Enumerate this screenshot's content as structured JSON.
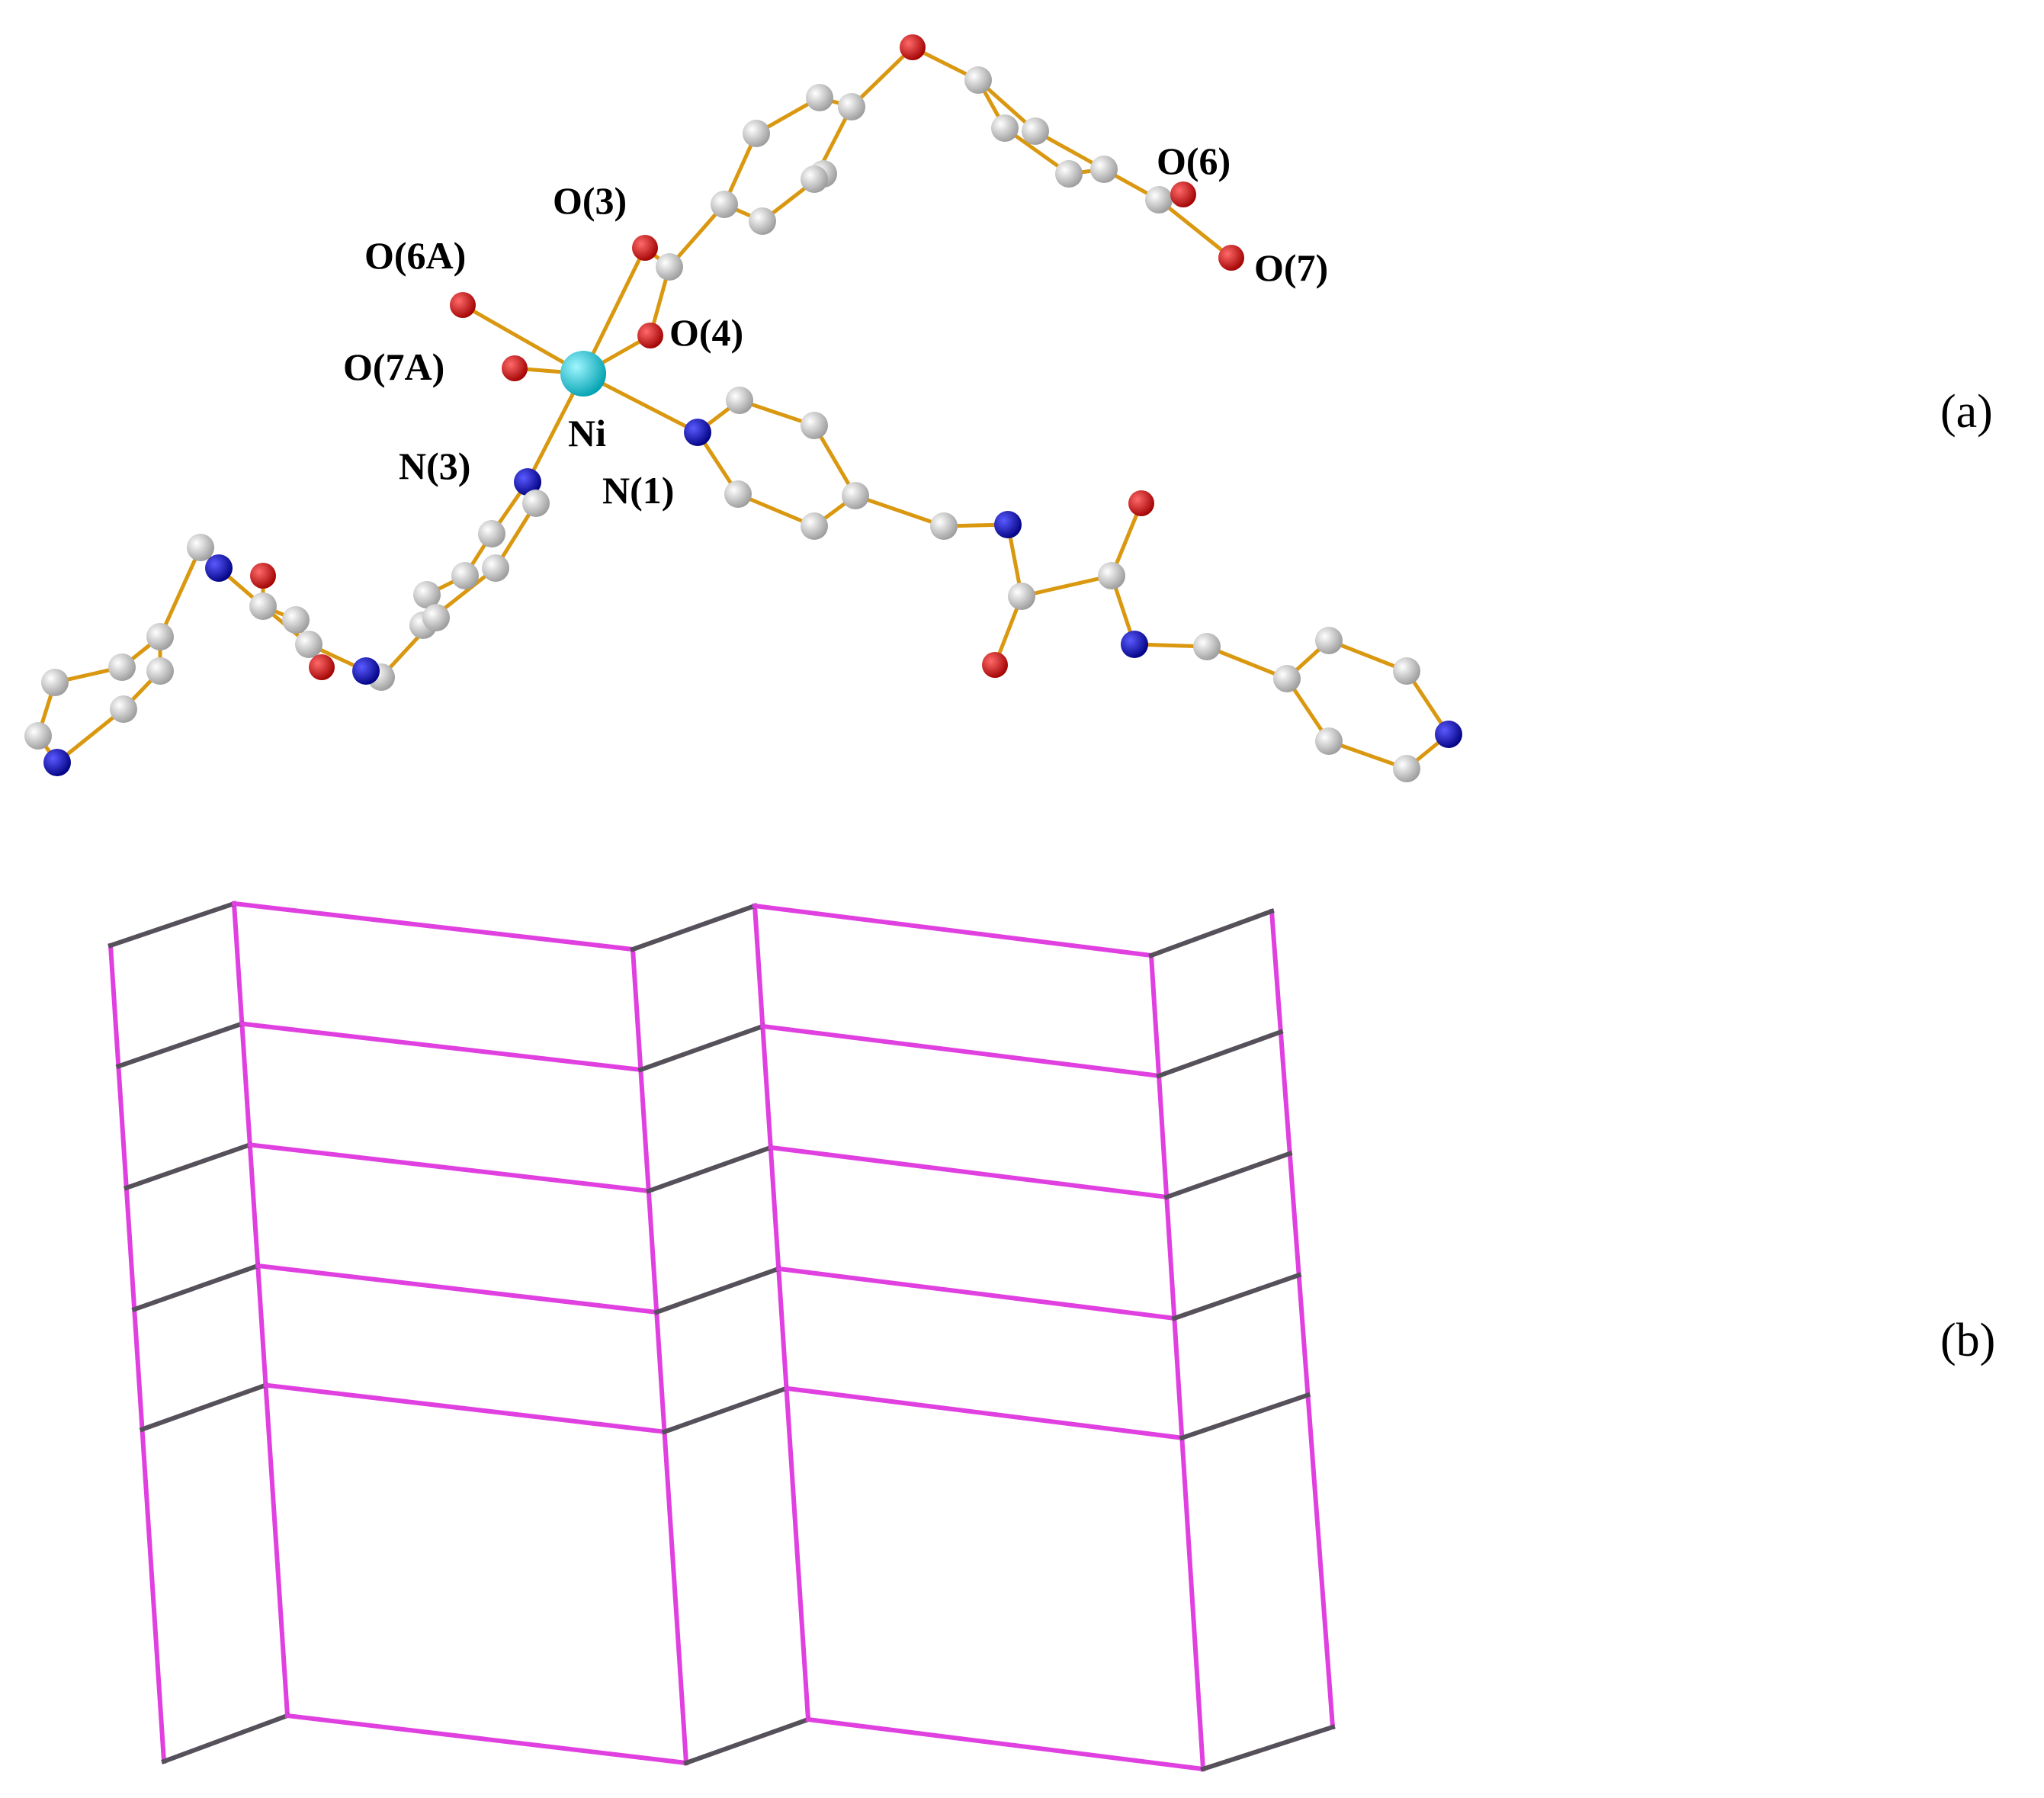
{
  "colors": {
    "bond": "#D9980F",
    "carbon": "#D0D0D0",
    "oxygen": "#E00000",
    "nitrogen": "#0000CC",
    "nickel": "#00C8D8",
    "net_magenta": "#E040E0",
    "net_gray": "#55505A"
  },
  "panel_a": {
    "label": "(a)",
    "atom_labels": {
      "o3": "O(3)",
      "o6a": "O(6A)",
      "o7a": "O(7A)",
      "o4": "O(4)",
      "ni": "Ni",
      "n3": "N(3)",
      "n1": "N(1)",
      "o6": "O(6)",
      "o7": "O(7)"
    }
  },
  "panel_b": {
    "label": "(b)"
  }
}
